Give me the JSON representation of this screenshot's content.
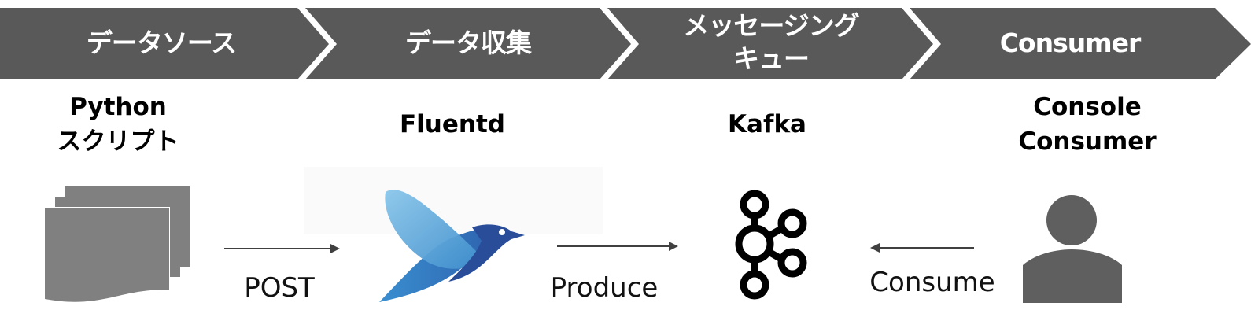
{
  "banner": {
    "color": "#595959",
    "stages": [
      {
        "label": "データソース"
      },
      {
        "label": "データ収集"
      },
      {
        "label_line1": "メッセージング",
        "label_line2": "キュー"
      },
      {
        "label": "Consumer"
      }
    ]
  },
  "components": [
    {
      "name_line1": "Python",
      "name_line2": "スクリプト",
      "icon": "document-stack-icon"
    },
    {
      "name": "Fluentd",
      "icon": "fluentd-bird-icon"
    },
    {
      "name": "Kafka",
      "icon": "kafka-logo-icon"
    },
    {
      "name_line1": "Console",
      "name_line2": "Consumer",
      "icon": "user-icon"
    }
  ],
  "edges": [
    {
      "label": "POST",
      "from": "Python スクリプト",
      "to": "Fluentd",
      "direction": "right"
    },
    {
      "label": "Produce",
      "from": "Fluentd",
      "to": "Kafka",
      "direction": "right"
    },
    {
      "label": "Consume",
      "from": "Console Consumer",
      "to": "Kafka",
      "direction": "left"
    }
  ],
  "colors": {
    "icon_gray": "#808080",
    "user_gray": "#5f5f5f",
    "arrow": "#404040",
    "fluentd_light": "#6fb6e3",
    "fluentd_dark": "#2a4d9a"
  }
}
